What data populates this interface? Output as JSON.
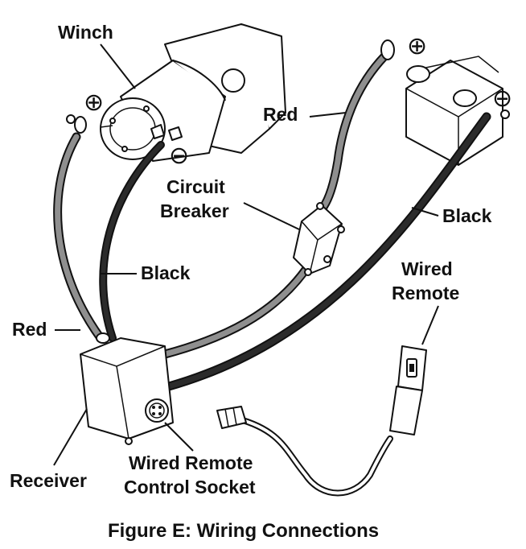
{
  "labels": {
    "winch": "Winch",
    "red_top": "Red",
    "circuit_breaker": [
      "Circuit",
      "Breaker"
    ],
    "black_right": "Black",
    "black_left": "Black",
    "wired_remote": [
      "Wired",
      "Remote"
    ],
    "red_left": "Red",
    "receiver": "Receiver",
    "socket": [
      "Wired Remote",
      "Control Socket"
    ]
  },
  "symbols": {
    "positive": "⊕",
    "negative": "⊖"
  },
  "caption": "Figure E:  Wiring Connections",
  "colors": {
    "red_cable": "#8f8f8f",
    "black_cable": "#2b2b2b",
    "outline": "#111111"
  }
}
